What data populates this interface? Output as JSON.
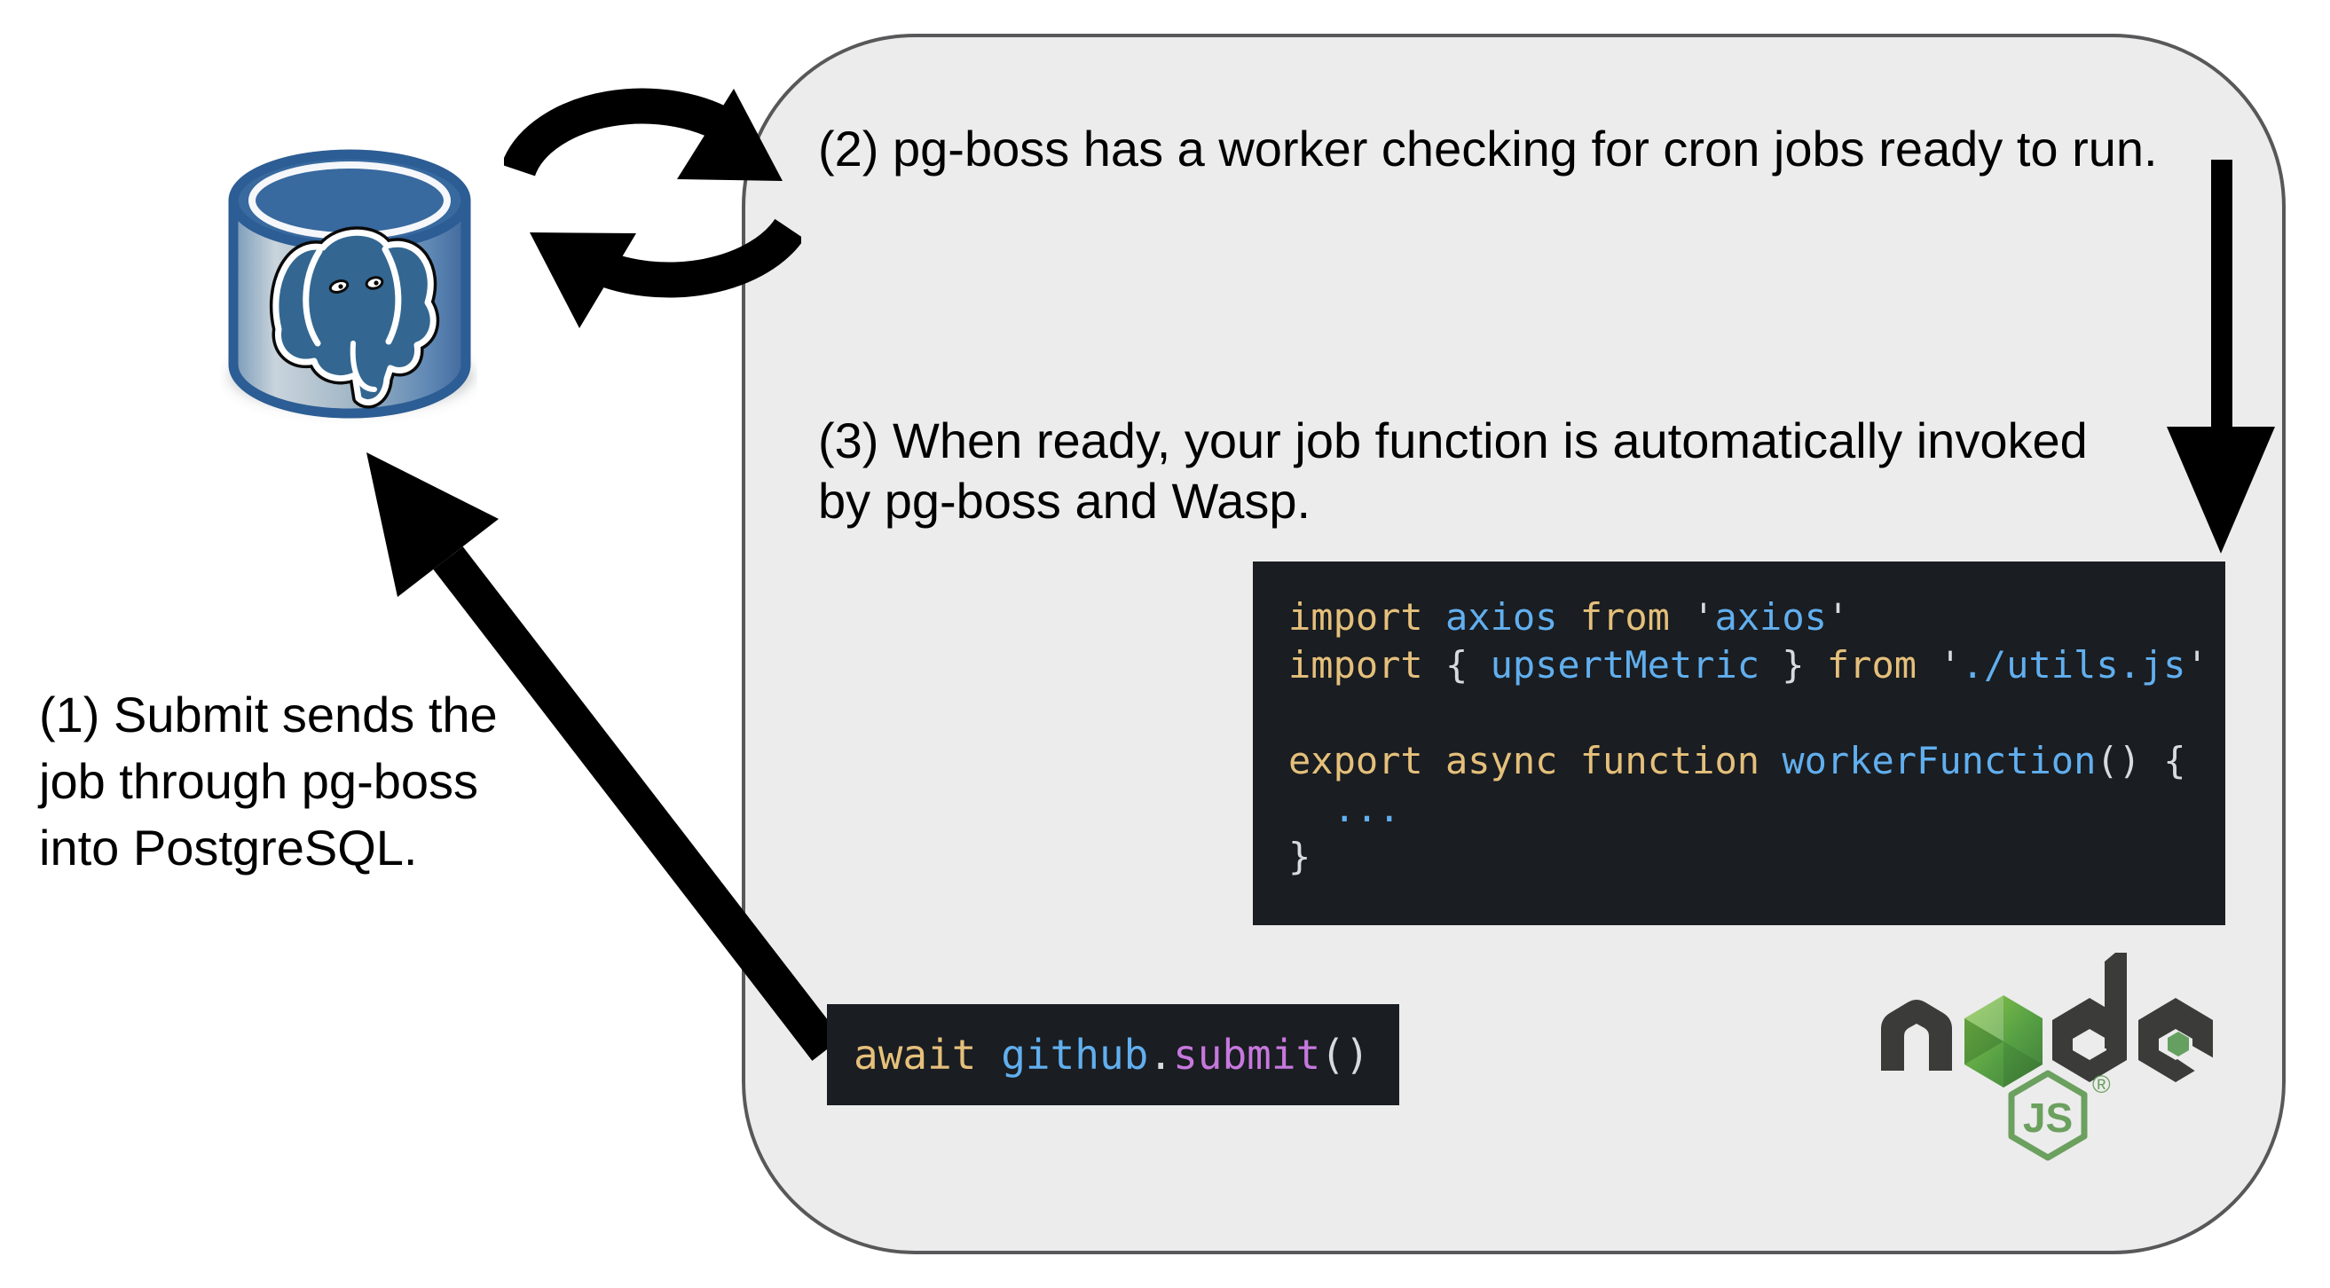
{
  "colors": {
    "canvas_bg": "#ffffff",
    "box_fill": "#ececec",
    "box_border": "#58585a",
    "code_bg": "#1a1d21",
    "kw": "#e5c07b",
    "id": "#61afef",
    "fn": "#c678dd",
    "pl": "#d7dae0",
    "text": "#000000",
    "arrow": "#000000",
    "node_dark": "#3b3b39",
    "node_green": "#6ba05f",
    "postgres_blue": "#336791"
  },
  "labels": {
    "step1_lines": [
      "(1) Submit sends the",
      "job through pg-boss",
      "into PostgreSQL."
    ],
    "step2": "(2) pg-boss has a worker checking for cron jobs ready to run.",
    "step3_lines": [
      "(3) When ready, your job function is automatically invoked",
      "by pg-boss and Wasp."
    ]
  },
  "code_worker": {
    "lines": [
      [
        {
          "c": "kw",
          "t": "import"
        },
        {
          "c": "pl",
          "t": " "
        },
        {
          "c": "id",
          "t": "axios"
        },
        {
          "c": "pl",
          "t": " "
        },
        {
          "c": "kw",
          "t": "from"
        },
        {
          "c": "pl",
          "t": " '"
        },
        {
          "c": "id",
          "t": "axios"
        },
        {
          "c": "pl",
          "t": "'"
        }
      ],
      [
        {
          "c": "kw",
          "t": "import"
        },
        {
          "c": "pl",
          "t": " { "
        },
        {
          "c": "id",
          "t": "upsertMetric"
        },
        {
          "c": "pl",
          "t": " } "
        },
        {
          "c": "kw",
          "t": "from"
        },
        {
          "c": "pl",
          "t": " '"
        },
        {
          "c": "id",
          "t": "./utils.js"
        },
        {
          "c": "pl",
          "t": "'"
        }
      ],
      [],
      [
        {
          "c": "kw",
          "t": "export"
        },
        {
          "c": "pl",
          "t": " "
        },
        {
          "c": "kw",
          "t": "async"
        },
        {
          "c": "pl",
          "t": " "
        },
        {
          "c": "kw",
          "t": "function"
        },
        {
          "c": "pl",
          "t": " "
        },
        {
          "c": "id",
          "t": "workerFunction"
        },
        {
          "c": "pl",
          "t": "() {"
        }
      ],
      [
        {
          "c": "id",
          "t": "  ..."
        }
      ],
      [
        {
          "c": "pl",
          "t": "}"
        }
      ]
    ]
  },
  "code_submit": {
    "tokens": [
      {
        "c": "kw",
        "t": "await"
      },
      {
        "c": "pl",
        "t": " "
      },
      {
        "c": "id",
        "t": "github"
      },
      {
        "c": "pl",
        "t": "."
      },
      {
        "c": "fn",
        "t": "submit"
      },
      {
        "c": "pl",
        "t": "()"
      }
    ]
  },
  "node_logo": {
    "js_text": "JS",
    "reg": "®"
  },
  "icons": {
    "postgresql": "postgresql-database-logo",
    "cycle": "sync-cycle-arrows",
    "nodejs": "nodejs-logo",
    "down_arrow": "down-arrow",
    "submit_arrow": "submit-to-postgres-arrow"
  }
}
